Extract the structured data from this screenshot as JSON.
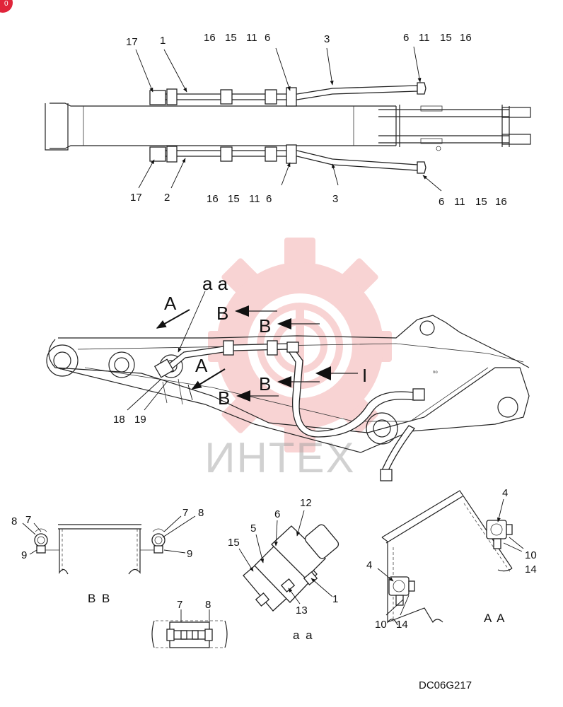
{
  "corner_badge": "0",
  "watermark": {
    "text": "ИНТЕХ",
    "color": "#e23a3a"
  },
  "drawing_code": "DC06G217",
  "top_view": {
    "upper_labels": [
      "17",
      "1",
      "16",
      "15",
      "11",
      "6",
      "3",
      "6",
      "11",
      "15",
      "16"
    ],
    "lower_labels": [
      "17",
      "2",
      "16",
      "15",
      "11",
      "6",
      "3",
      "6",
      "11",
      "15",
      "16"
    ]
  },
  "side_view": {
    "arrow_A": "A",
    "arrow_A_small": "A",
    "section_aa": "a a",
    "section_B": [
      "B",
      "B",
      "B",
      "B"
    ],
    "section_I": "I",
    "bottom_labels": [
      "18",
      "19"
    ]
  },
  "detail_BB": {
    "labels": [
      "8",
      "7",
      "7",
      "8",
      "9",
      "9"
    ],
    "caption": "B B"
  },
  "detail_78": {
    "labels": [
      "7",
      "8"
    ]
  },
  "detail_aa": {
    "labels": [
      "6",
      "12",
      "5",
      "15",
      "13",
      "1"
    ],
    "caption": "a a"
  },
  "detail_AA": {
    "labels": [
      "4",
      "10",
      "14",
      "4",
      "10",
      "14"
    ],
    "caption": "A A"
  }
}
